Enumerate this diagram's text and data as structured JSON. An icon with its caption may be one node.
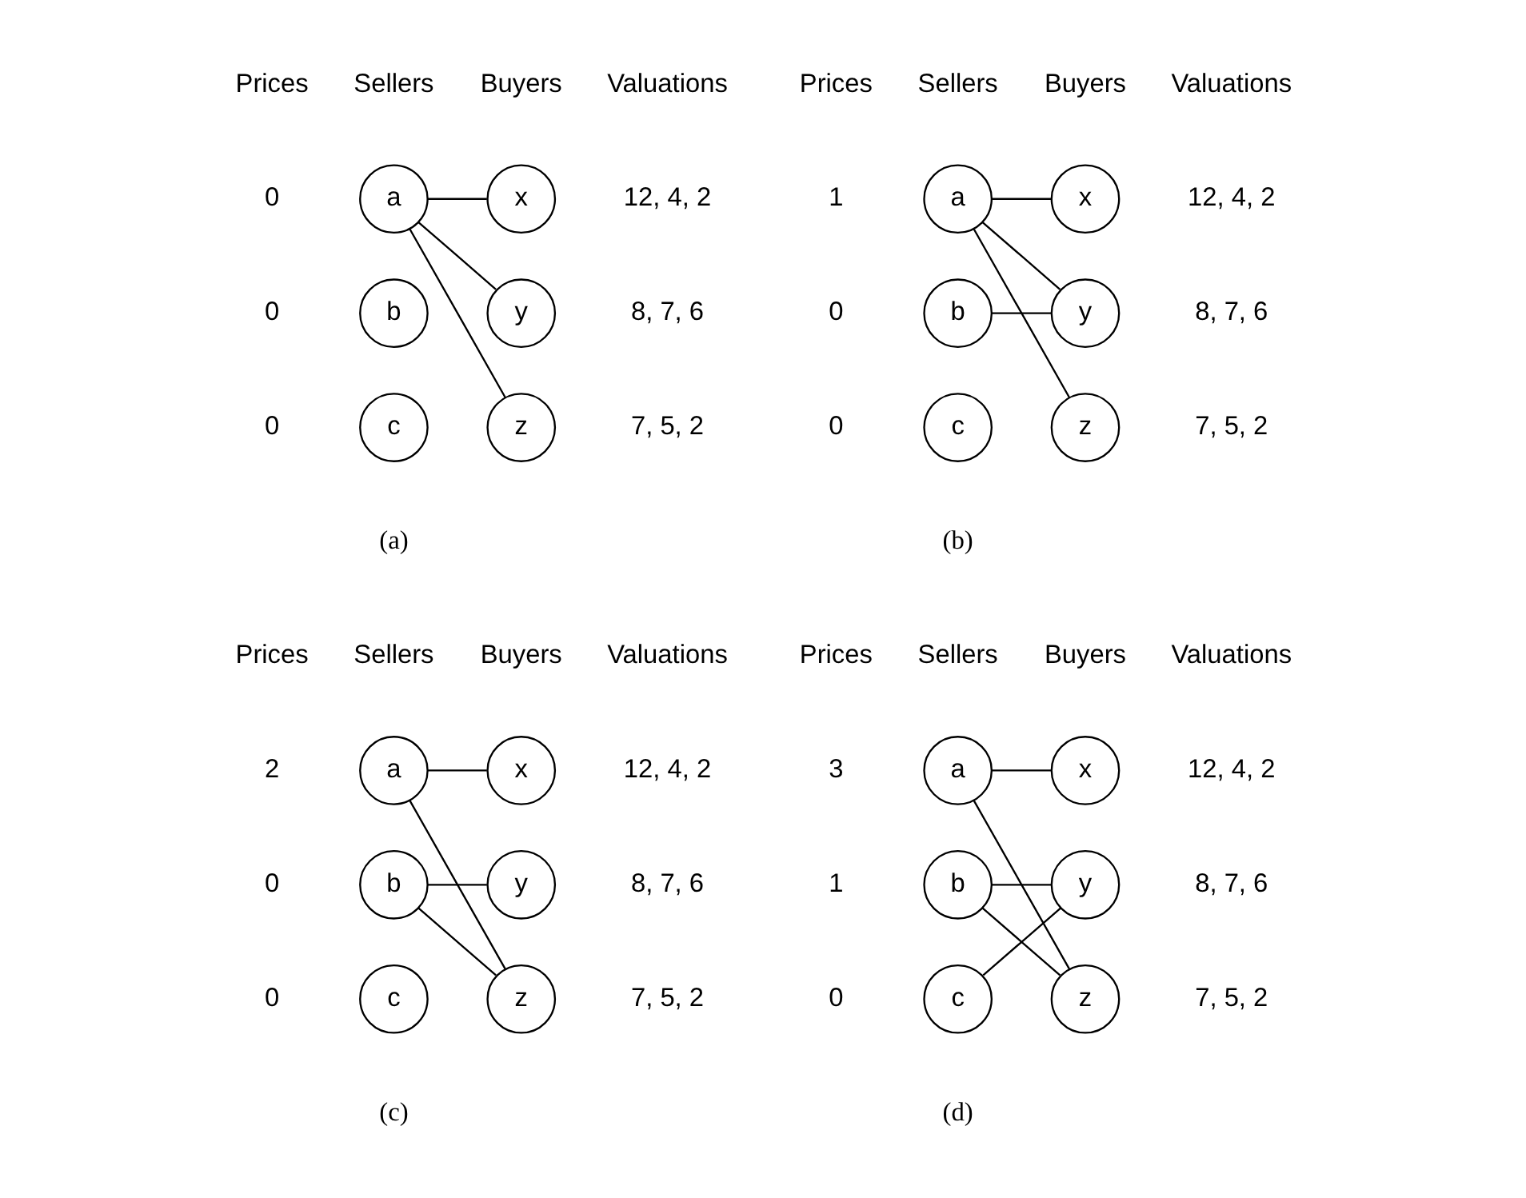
{
  "diagram": {
    "nodes": [
      {
        "text": [
          "a"
        ],
        "beside": [
          "0"
        ]
      },
      {
        "text": [
          "b"
        ],
        "beside": [
          "0"
        ]
      },
      {
        "text": [
          "c"
        ],
        "beside": [
          "0"
        ]
      },
      {
        "text": [
          "x"
        ],
        "beside": [
          "12, 4, 2"
        ]
      },
      {
        "text": [
          "y"
        ],
        "beside": [
          "8, 7, 6"
        ]
      },
      {
        "text": [
          "z"
        ],
        "beside": [
          "7, 5, 2"
        ]
      },
      {
        "text": [
          "a"
        ],
        "beside": [
          "1"
        ]
      },
      {
        "text": [
          "b"
        ],
        "beside": [
          "0"
        ]
      },
      {
        "text": [
          "c"
        ],
        "beside": [
          "0"
        ]
      },
      {
        "text": [
          "x"
        ],
        "beside": [
          "12, 4, 2"
        ]
      },
      {
        "text": [
          "y"
        ],
        "beside": [
          "8, 7, 6"
        ]
      },
      {
        "text": [
          "z"
        ],
        "beside": [
          "7, 5, 2"
        ]
      },
      {
        "text": [
          "a"
        ],
        "beside": [
          "2"
        ]
      },
      {
        "text": [
          "b"
        ],
        "beside": [
          "0"
        ]
      },
      {
        "text": [
          "c"
        ],
        "beside": [
          "0"
        ]
      },
      {
        "text": [
          "x"
        ],
        "beside": [
          "12, 4, 2"
        ]
      },
      {
        "text": [
          "y"
        ],
        "beside": [
          "8, 7, 6"
        ]
      },
      {
        "text": [
          "z"
        ],
        "beside": [
          "7, 5, 2"
        ]
      },
      {
        "text": [
          "a"
        ],
        "beside": [
          "3"
        ]
      },
      {
        "text": [
          "b"
        ],
        "beside": [
          "1"
        ]
      },
      {
        "text": [
          "c"
        ],
        "beside": [
          "0"
        ]
      },
      {
        "text": [
          "x"
        ],
        "beside": [
          "12, 4, 2"
        ]
      },
      {
        "text": [
          "y"
        ],
        "beside": [
          "8, 7, 6"
        ]
      },
      {
        "text": [
          "z"
        ],
        "beside": [
          "7, 5, 2"
        ]
      }
    ],
    "edges": [
      {
        "from": 0,
        "to": 3,
        "arrow": "none"
      },
      {
        "from": 0,
        "to": 4,
        "arrow": "none"
      },
      {
        "from": 0,
        "to": 5,
        "arrow": "none"
      },
      {
        "from": 6,
        "to": 9,
        "arrow": "none"
      },
      {
        "from": 6,
        "to": 10,
        "arrow": "none"
      },
      {
        "from": 6,
        "to": 11,
        "arrow": "none"
      },
      {
        "from": 7,
        "to": 10,
        "arrow": "none"
      },
      {
        "from": 12,
        "to": 15,
        "arrow": "none"
      },
      {
        "from": 12,
        "to": 17,
        "arrow": "none"
      },
      {
        "from": 13,
        "to": 16,
        "arrow": "none"
      },
      {
        "from": 13,
        "to": 17,
        "arrow": "none"
      },
      {
        "from": 18,
        "to": 21,
        "arrow": "none"
      },
      {
        "from": 18,
        "to": 23,
        "arrow": "none"
      },
      {
        "from": 19,
        "to": 22,
        "arrow": "none"
      },
      {
        "from": 19,
        "to": 23,
        "arrow": "none"
      },
      {
        "from": 20,
        "to": 22,
        "arrow": "none"
      }
    ],
    "labels": [
      "Prices",
      "Sellers",
      "Buyers",
      "Valuations",
      "(a)",
      "Prices",
      "Sellers",
      "Buyers",
      "Valuations",
      "(b)",
      "Prices",
      "Sellers",
      "Buyers",
      "Valuations",
      "(c)",
      "Prices",
      "Sellers",
      "Buyers",
      "Valuations",
      "(d)"
    ]
  }
}
